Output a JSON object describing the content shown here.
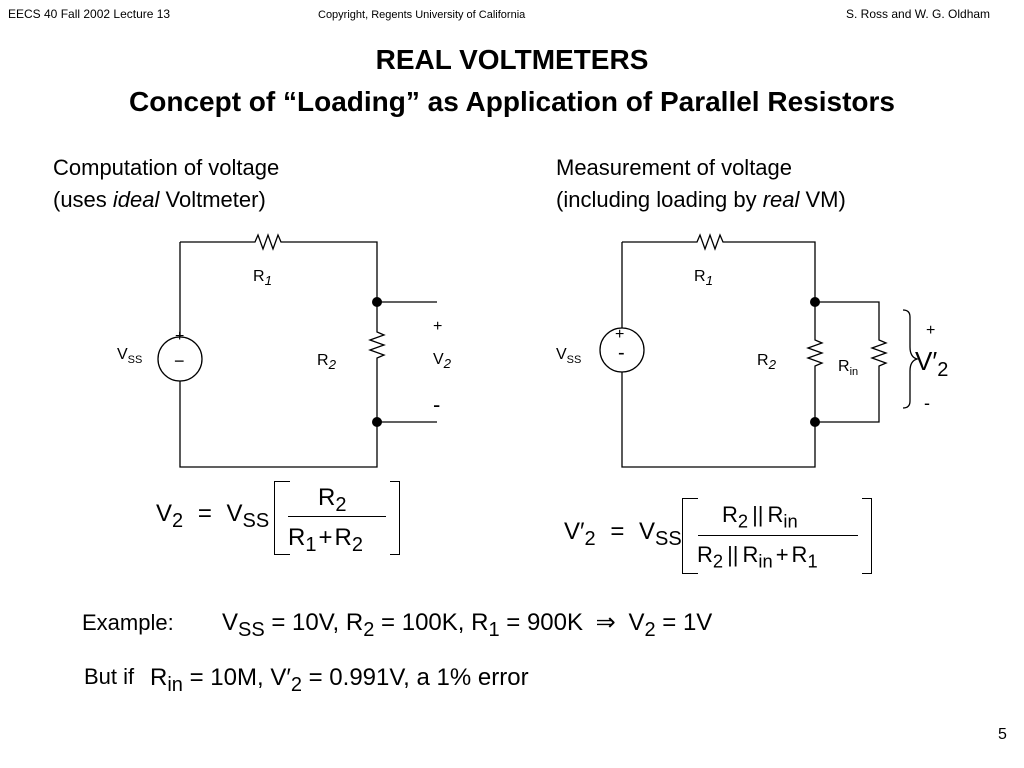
{
  "header": {
    "course": "EECS 40 Fall 2002   Lecture 13",
    "copyright": "Copyright, Regents University of California",
    "authors": "S. Ross and W. G. Oldham"
  },
  "title": "REAL VOLTMETERS",
  "subtitle": "Concept of “Loading” as Application of Parallel Resistors",
  "left": {
    "heading_line1": "Computation of  voltage",
    "heading_line2_pre": "(uses ",
    "heading_line2_em": "ideal",
    "heading_line2_post": " Voltmeter)",
    "circuit": {
      "r1": "R",
      "r1_sub": "1",
      "r2": "R",
      "r2_sub": "2",
      "vss": "V",
      "vss_sub": "SS",
      "src_plus": "+",
      "src_minus": "−",
      "out_plus": "+",
      "out_minus": "-",
      "v2": "V",
      "v2_sub": "2"
    }
  },
  "right": {
    "heading_line1": "Measurement of voltage",
    "heading_line2_pre": "(including loading by ",
    "heading_line2_em": "real",
    "heading_line2_post": " VM)",
    "circuit": {
      "r1": "R",
      "r1_sub": "1",
      "r2": "R",
      "r2_sub": "2",
      "rin": "R",
      "rin_sub": "in",
      "vss": "V",
      "vss_sub": "SS",
      "src_plus": "+",
      "src_minus": "-",
      "out_plus": "+",
      "out_minus": "-",
      "v2p": "V′",
      "v2p_sub": "2"
    }
  },
  "formula_left": {
    "lhs": "V",
    "lhs_sub": "2",
    "eq": "=",
    "vss": "V",
    "vss_sub": "SS",
    "num": "R",
    "num_sub": "2",
    "den_a": "R",
    "den_a_sub": "1",
    "den_plus": "+",
    "den_b": "R",
    "den_b_sub": "2"
  },
  "formula_right": {
    "lhs": "V′",
    "lhs_sub": "2",
    "eq": "=",
    "vss": "V",
    "vss_sub": "SS",
    "num_a": "R",
    "num_a_sub": "2",
    "par": "||",
    "num_b": "R",
    "num_b_sub": "in",
    "den_a": "R",
    "den_a_sub": "2",
    "den_par": "||",
    "den_b": "R",
    "den_b_sub": "in",
    "den_plus": "+",
    "den_c": "R",
    "den_c_sub": "1"
  },
  "example": {
    "label": "Example:",
    "vss": "V",
    "vss_sub": "SS",
    "vss_val": " = 10V,",
    "r2": "R",
    "r2_sub": "2",
    "r2_val": " = 100K,",
    "r1": "R",
    "r1_sub": "1",
    "r1_val": " = 900K",
    "implies": "⇒",
    "v2": "V",
    "v2_sub": "2",
    "v2_val": " = 1V"
  },
  "but_if": {
    "label": "But if",
    "rin": "R",
    "rin_sub": "in",
    "rin_val": " = 10M,",
    "v2p": "V′",
    "v2p_sub": "2",
    "v2p_val": " = 0.991V,",
    "error": " a 1% error"
  },
  "page_number": "5"
}
